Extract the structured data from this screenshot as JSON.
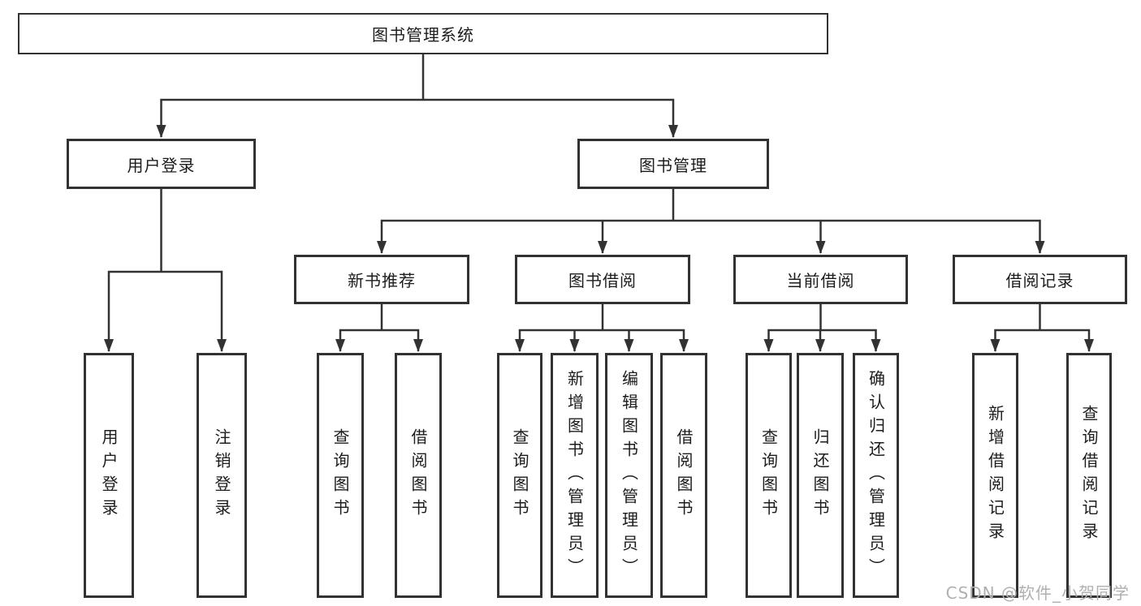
{
  "tree": {
    "label": "图书管理系统",
    "children": [
      {
        "label": "用户登录",
        "children": [
          {
            "label": "用户登录"
          },
          {
            "label": "注销登录"
          }
        ]
      },
      {
        "label": "图书管理",
        "children": [
          {
            "label": "新书推荐",
            "children": [
              {
                "label": "查询图书"
              },
              {
                "label": "借阅图书"
              }
            ]
          },
          {
            "label": "图书借阅",
            "children": [
              {
                "label": "查询图书"
              },
              {
                "label": "新增图书（管理员）"
              },
              {
                "label": "编辑图书（管理员）"
              },
              {
                "label": "借阅图书"
              }
            ]
          },
          {
            "label": "当前借阅",
            "children": [
              {
                "label": "查询图书"
              },
              {
                "label": "归还图书"
              },
              {
                "label": "确认归还（管理员）"
              }
            ]
          },
          {
            "label": "借阅记录",
            "children": [
              {
                "label": "新增借阅记录"
              },
              {
                "label": "查询借阅记录"
              }
            ]
          }
        ]
      }
    ]
  },
  "watermark": {
    "text": "CSDN @软件_小贺同学"
  },
  "colors": {
    "line": "#323232",
    "box_border": "#323232",
    "text": "#1c1c1c",
    "watermark": "#b0b0b0",
    "background": "#ffffff"
  }
}
